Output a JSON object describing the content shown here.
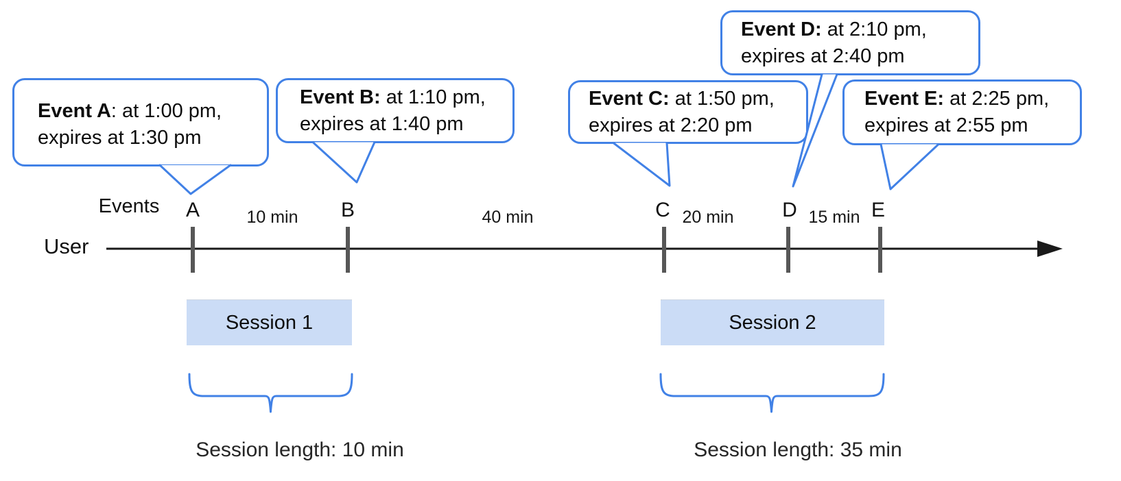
{
  "diagram": {
    "title_hint": "Event / session timeline diagram",
    "colors": {
      "accent_blue": "#4181e6",
      "session_fill": "#cbdcf6",
      "tick_gray": "#575757",
      "line_black": "#1a1a1a"
    },
    "axis": {
      "user_label": "User",
      "events_label": "Events"
    },
    "events": [
      {
        "letter": "A",
        "bold": "Event A",
        "rest": ": at 1:00 pm,",
        "line2": "expires at 1:30 pm"
      },
      {
        "letter": "B",
        "bold": "Event B:",
        "rest": " at 1:10 pm,",
        "line2": "expires at 1:40 pm"
      },
      {
        "letter": "C",
        "bold": "Event C:",
        "rest": " at 1:50 pm,",
        "line2": "expires at 2:20 pm"
      },
      {
        "letter": "D",
        "bold": "Event D:",
        "rest": " at 2:10 pm,",
        "line2": "expires at 2:40 pm"
      },
      {
        "letter": "E",
        "bold": "Event E:",
        "rest": " at 2:25 pm,",
        "line2": "expires at 2:55 pm"
      }
    ],
    "intervals": [
      {
        "label": "10 min"
      },
      {
        "label": "40 min"
      },
      {
        "label": "20 min"
      },
      {
        "label": "15 min"
      }
    ],
    "sessions": [
      {
        "label": "Session 1",
        "length_label": "Session length: 10 min"
      },
      {
        "label": "Session 2",
        "length_label": "Session length: 35 min"
      }
    ]
  }
}
